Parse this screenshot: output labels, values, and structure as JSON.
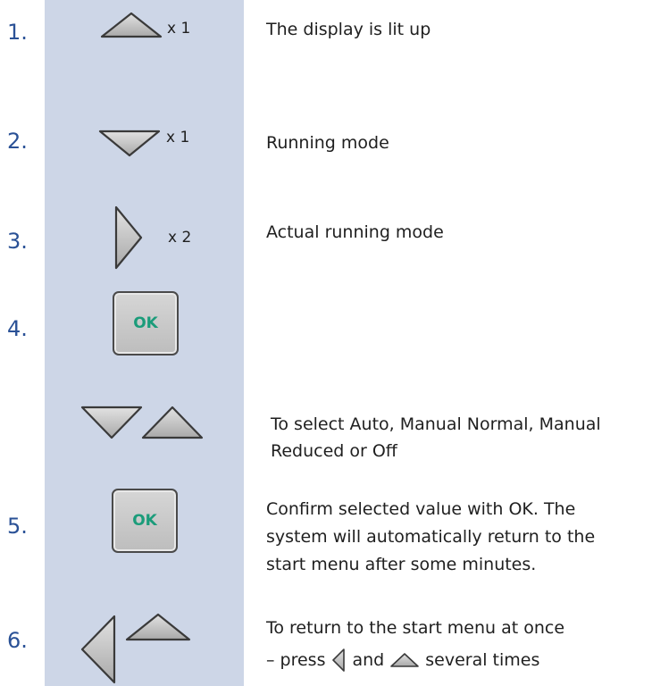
{
  "steps": [
    {
      "number": "1.",
      "icons": [
        "up-arrow-icon"
      ],
      "multiplier": "x 1",
      "text": "The display is lit up"
    },
    {
      "number": "2.",
      "icons": [
        "down-arrow-icon"
      ],
      "multiplier": "x 1",
      "text": "Running mode"
    },
    {
      "number": "3.",
      "icons": [
        "right-arrow-icon"
      ],
      "multiplier": "x 2",
      "text": "Actual running mode"
    },
    {
      "number": "4.",
      "icons": [
        "ok-button-icon",
        "down-arrow-icon",
        "up-arrow-icon"
      ],
      "ok_label": "OK",
      "text_line1": "To select Auto, Manual Normal, Manual",
      "text_line2": "Reduced or Off"
    },
    {
      "number": "5.",
      "icons": [
        "ok-button-icon"
      ],
      "ok_label": "OK",
      "text_line1": "Confirm selected value with OK. The",
      "text_line2": "system will automatically return to the",
      "text_line3": "start menu after some minutes."
    },
    {
      "number": "6.",
      "icons": [
        "left-arrow-icon",
        "up-arrow-icon"
      ],
      "text_line1": "To return to the start menu at once",
      "text_pre": "– press",
      "text_mid": "and",
      "text_post": "several times"
    }
  ],
  "colors": {
    "band": "#cdd6e7",
    "number": "#2a5196",
    "ok_text": "#1b9c7a",
    "key_fill": "#c4c4c4",
    "key_stroke": "#3a3a3a"
  }
}
